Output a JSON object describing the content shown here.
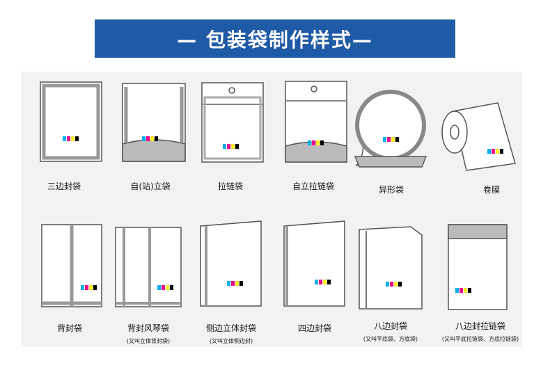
{
  "header": {
    "title": "— 包装袋制作样式—"
  },
  "items": [
    {
      "label": "三边封袋",
      "sub": ""
    },
    {
      "label": "自(站)立袋",
      "sub": ""
    },
    {
      "label": "拉链袋",
      "sub": ""
    },
    {
      "label": "自立拉链袋",
      "sub": ""
    },
    {
      "label": "异形袋",
      "sub": ""
    },
    {
      "label": "卷膜",
      "sub": ""
    },
    {
      "label": "背封袋",
      "sub": ""
    },
    {
      "label": "背封风琴袋",
      "sub": "(又叫立体背封袋)"
    },
    {
      "label": "侧边立体封袋",
      "sub": "(又叫立体侧边封)"
    },
    {
      "label": "四边封袋",
      "sub": ""
    },
    {
      "label": "八边封袋",
      "sub": "(又叫平底袋、方底袋)"
    },
    {
      "label": "八边封拉链袋",
      "sub": "(又叫平底拉链袋、方底拉链袋)"
    }
  ],
  "colors": {
    "banner": "#1f5aa6",
    "swatches": [
      "#00aeef",
      "#ec008c",
      "#fff200",
      "#000000"
    ]
  }
}
